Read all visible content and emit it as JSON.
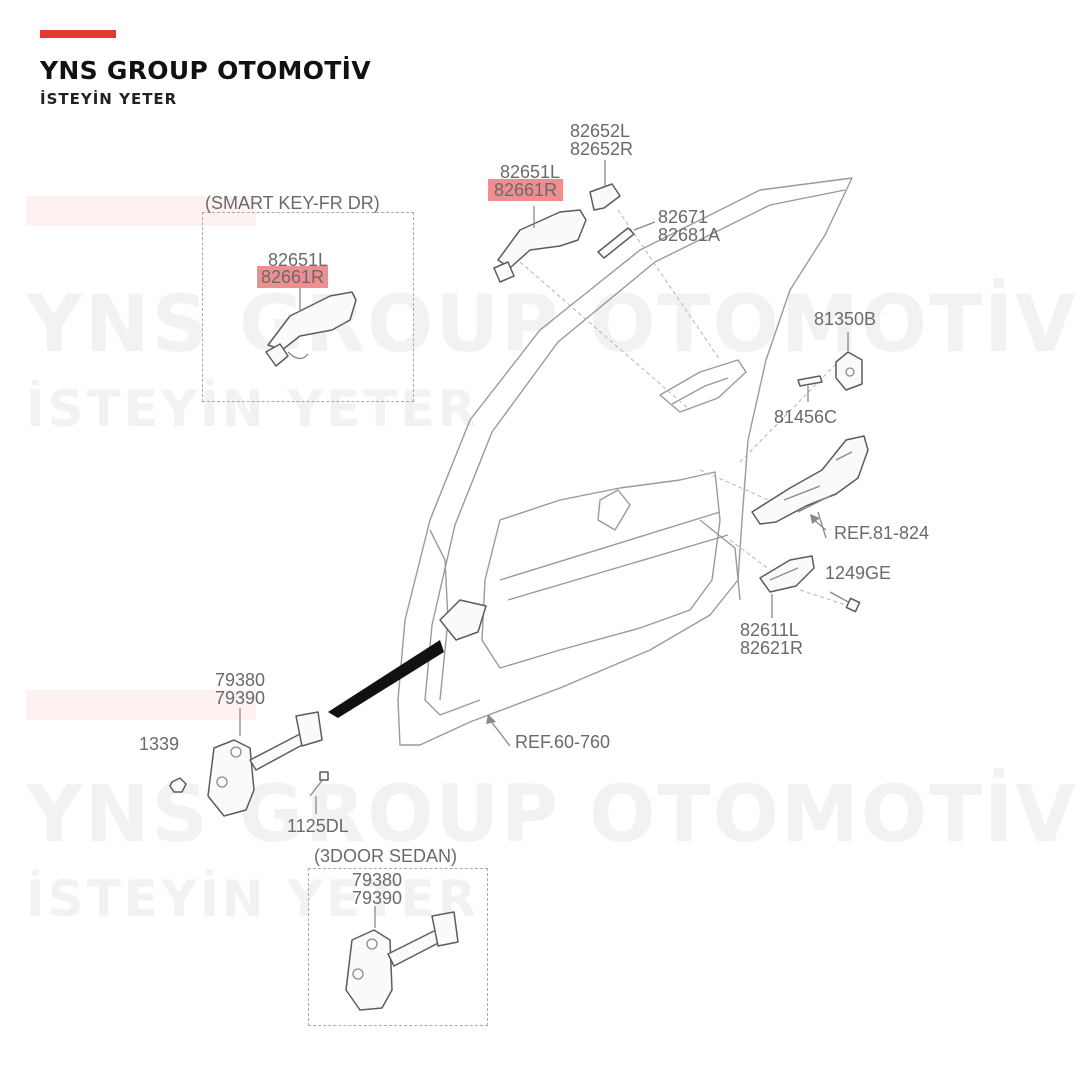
{
  "brand": {
    "title": "YNS GROUP OTOMOTİV",
    "subtitle": "İSTEYİN YETER",
    "accent_color": "#e53935",
    "highlight_color": "#ef8e8e"
  },
  "watermark": {
    "line1": "YNS GROUP OTOMOTİV",
    "line2": "İSTEYİN YETER"
  },
  "groups": {
    "smart_key": "(SMART KEY-FR DR)",
    "three_door": "(3DOOR SEDAN)"
  },
  "callouts": {
    "sk_82651l": "82651L",
    "sk_82661r": "82661R",
    "top_82651l": "82651L",
    "top_82661r": "82661R",
    "p82652l": "82652L",
    "p82652r": "82652R",
    "p82671": "82671",
    "p82681a": "82681A",
    "p81350b": "81350B",
    "p81456c": "81456C",
    "ref81": "REF.81-824",
    "p1249ge": "1249GE",
    "p82611l": "82611L",
    "p82621r": "82621R",
    "p79380": "79380",
    "p79390": "79390",
    "p1339": "1339",
    "p1125dl": "1125DL",
    "ref60": "REF.60-760",
    "b79380": "79380",
    "b79390": "79390"
  },
  "icons": [
    "outside-handle-icon",
    "door-panel-icon",
    "door-checker-icon",
    "latch-icon",
    "bolt-icon",
    "nut-icon"
  ]
}
